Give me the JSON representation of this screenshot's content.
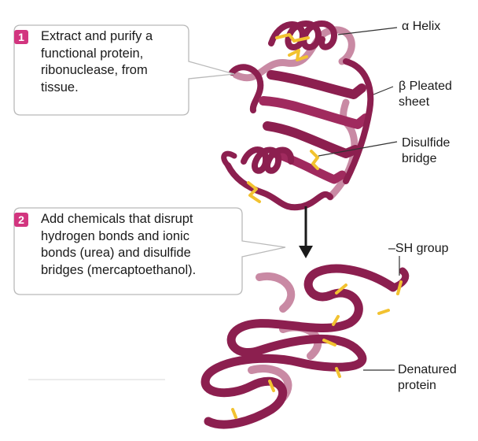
{
  "colors": {
    "ribbon": "#8c1f4f",
    "ribbon_light": "#c98aa4",
    "disulfide": "#f2c230",
    "badge": "#d2357f",
    "leader": "#333333",
    "arrow": "#1a1a1a"
  },
  "steps": [
    {
      "number": "1",
      "lines": [
        "Extract and purify a",
        "functional protein,",
        "ribonuclease, from",
        "tissue."
      ]
    },
    {
      "number": "2",
      "lines": [
        "Add chemicals that disrupt",
        "hydrogen bonds and ionic",
        "bonds (urea) and disulfide",
        "bridges (mercaptoethanol)."
      ]
    }
  ],
  "labels": {
    "alpha_helix": [
      "α Helix"
    ],
    "beta_sheet": [
      "β Pleated",
      "sheet"
    ],
    "disulfide_bridge": [
      "Disulfide",
      "bridge"
    ],
    "sh_group": [
      "–SH group"
    ],
    "denatured_protein": [
      "Denatured",
      "protein"
    ]
  }
}
